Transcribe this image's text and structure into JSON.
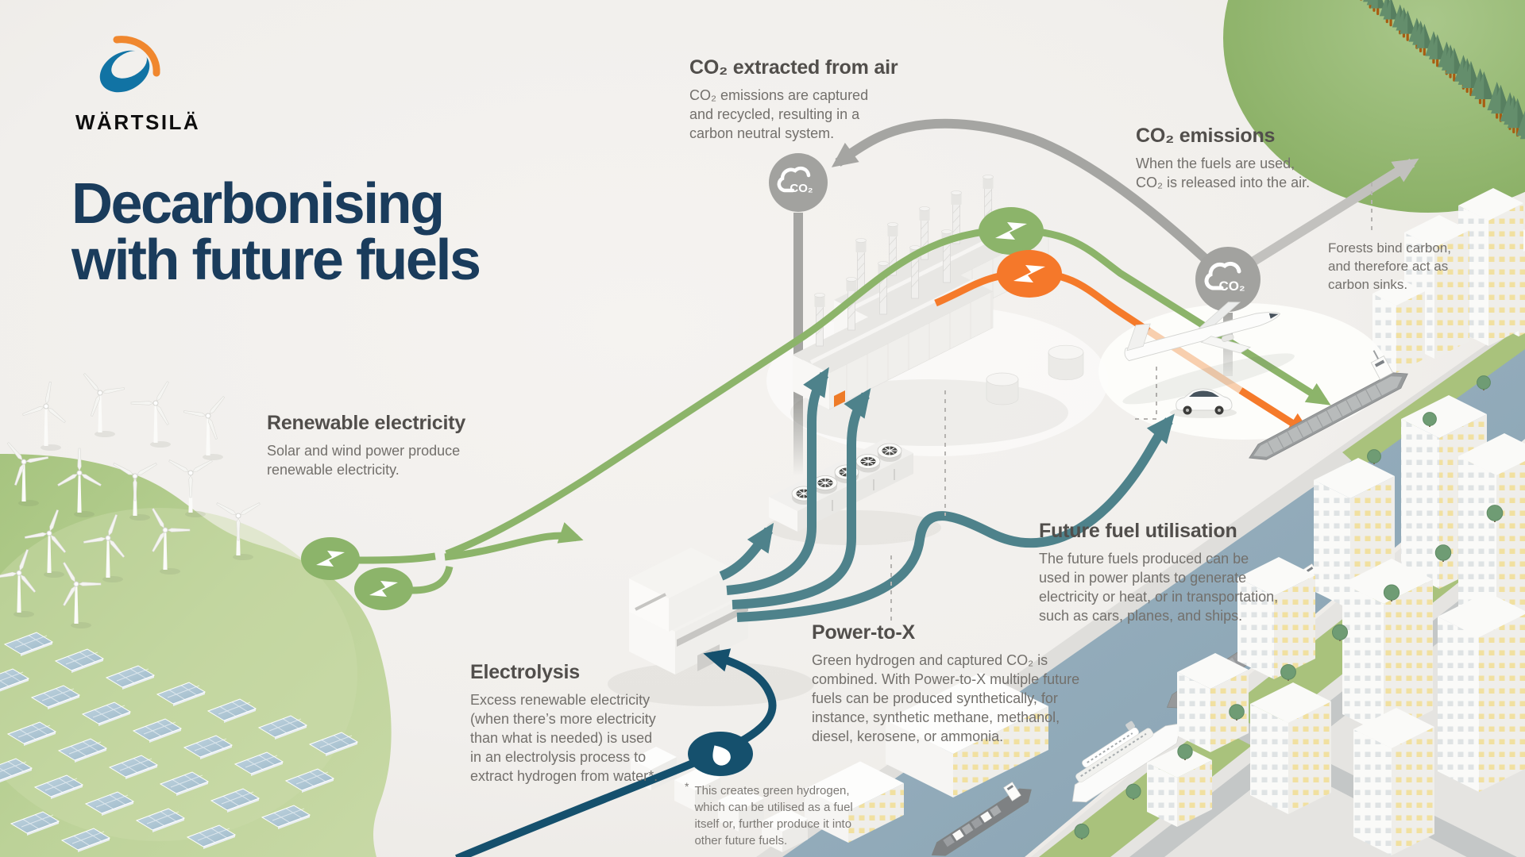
{
  "brand": {
    "wordmark": "WÄRTSILÄ"
  },
  "title": {
    "line1": "Decarbonising",
    "line2": "with future fuels"
  },
  "sections": {
    "co2_extracted": {
      "heading": "CO₂ extracted from air",
      "body": "CO₂ emissions are captured\nand recycled, resulting in a\ncarbon neutral system."
    },
    "co2_emissions": {
      "heading": "CO₂ emissions",
      "body": "When the fuels are used,\nCO₂ is released into the air."
    },
    "forest_note": {
      "body": "Forests bind carbon,\nand therefore act as\ncarbon sinks."
    },
    "renewable": {
      "heading": "Renewable electricity",
      "body": "Solar and wind power produce\nrenewable electricity."
    },
    "electrolysis": {
      "heading": "Electrolysis",
      "body": "Excess renewable electricity\n(when there’s more electricity\nthan what is needed) is used\nin an electrolysis process to\nextract hydrogen from water*."
    },
    "power_to_x": {
      "heading": "Power-to-X",
      "body": "Green hydrogen and captured CO₂ is\ncombined. With Power-to-X multiple future\nfuels can be produced synthetically, for\ninstance, synthetic methane, methanol,\ndiesel, kerosene, or ammonia."
    },
    "future_fuel": {
      "heading": "Future fuel utilisation",
      "body": "The future fuels produced can be\nused in power plants to generate\nelectricity or heat, or in transportation,\nsuch as cars, planes, and ships."
    },
    "footnote": {
      "marker": "*",
      "body": "This creates green hydrogen,\nwhich can be utilised as a fuel\nitself or, further produce it into\nother future fuels."
    }
  },
  "icons": {
    "co2_badge_label": "CO₂"
  },
  "palette": {
    "title_navy": "#1a3c5c",
    "heading_gray": "#514e4b",
    "body_gray": "#73706c",
    "green_line": "#8cb46a",
    "teal_line": "#4e828b",
    "navy_line": "#15506d",
    "orange_line": "#f57a2a",
    "orange_light": "#f8cfae",
    "gray_line": "#a5a5a2",
    "brand_blue": "#1173a4",
    "brand_orange": "#f0872e",
    "forest_green": "#93b86f",
    "hill_green": "#b4cd8e",
    "water_blue": "#90a9b8",
    "window_yellow": "#f2e3a4"
  }
}
